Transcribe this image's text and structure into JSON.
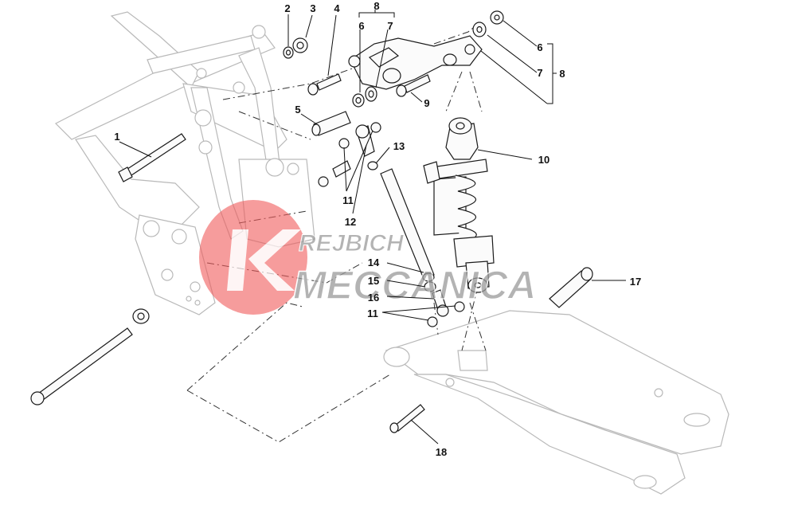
{
  "watermark": {
    "line1": "REJBICH",
    "line2": "MECCANICA"
  },
  "callouts": {
    "c1": "1",
    "c2": "2",
    "c3": "3",
    "c4": "4",
    "c5": "5",
    "c6_left": "6",
    "c7_left": "7",
    "c8_top": "8",
    "c6_right": "6",
    "c7_right": "7",
    "c8_right": "8",
    "c9": "9",
    "c10": "10",
    "c11_upper": "11",
    "c12": "12",
    "c13": "13",
    "c14": "14",
    "c15": "15",
    "c16": "16",
    "c11_lower": "11",
    "c17": "17",
    "c18": "18"
  },
  "colors": {
    "watermark_red": "#f05a5a",
    "watermark_grey": "#9a9a9a",
    "line": "#1a1a1a",
    "frame": "#b9b9b9"
  }
}
